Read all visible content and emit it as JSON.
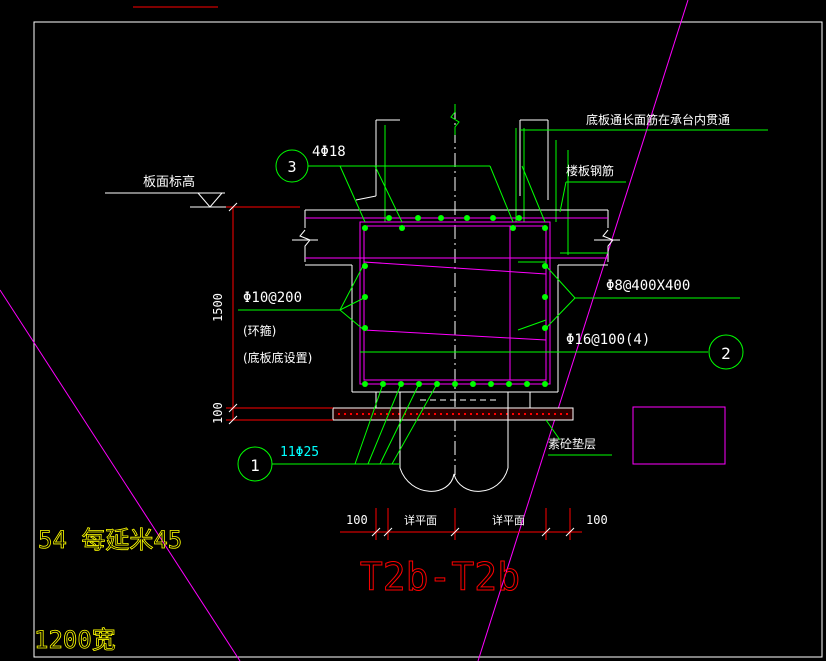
{
  "drawing": {
    "title": "T2b-T2b",
    "left_note_1": "54  每延米45",
    "left_note_2": "1200宽"
  },
  "labels": {
    "slab_elevation": "板面标高",
    "top_bar_continuous": "底板通长面筋在承台内贯通",
    "floor_rebar": "楼板钢筋",
    "bar_4phi18": "4Φ18",
    "stirrup_main": "Φ10@200",
    "stirrup_ring": "(环箍)",
    "stirrup_bottom": "(底板底设置)",
    "tie_bar": "Φ8@400X400",
    "bar_phi16": "Φ16@100(4)",
    "bar_11phi25": "11Φ25",
    "plain_concrete": "素砼垫层",
    "dim_height": "1500",
    "dim_pad": "100",
    "dim_left": "100",
    "dim_right": "100",
    "dim_mid_left": "详平面",
    "dim_mid_right": "详平面"
  },
  "callouts": {
    "c1": "1",
    "c2": "2",
    "c3": "3"
  },
  "colors": {
    "background": "#000000",
    "white": "#ffffff",
    "green": "#00ff00",
    "lime": "#80ff00",
    "yellow": "#ffff00",
    "magenta": "#ff00ff",
    "red": "#ff0000",
    "cyan": "#00ffff"
  }
}
